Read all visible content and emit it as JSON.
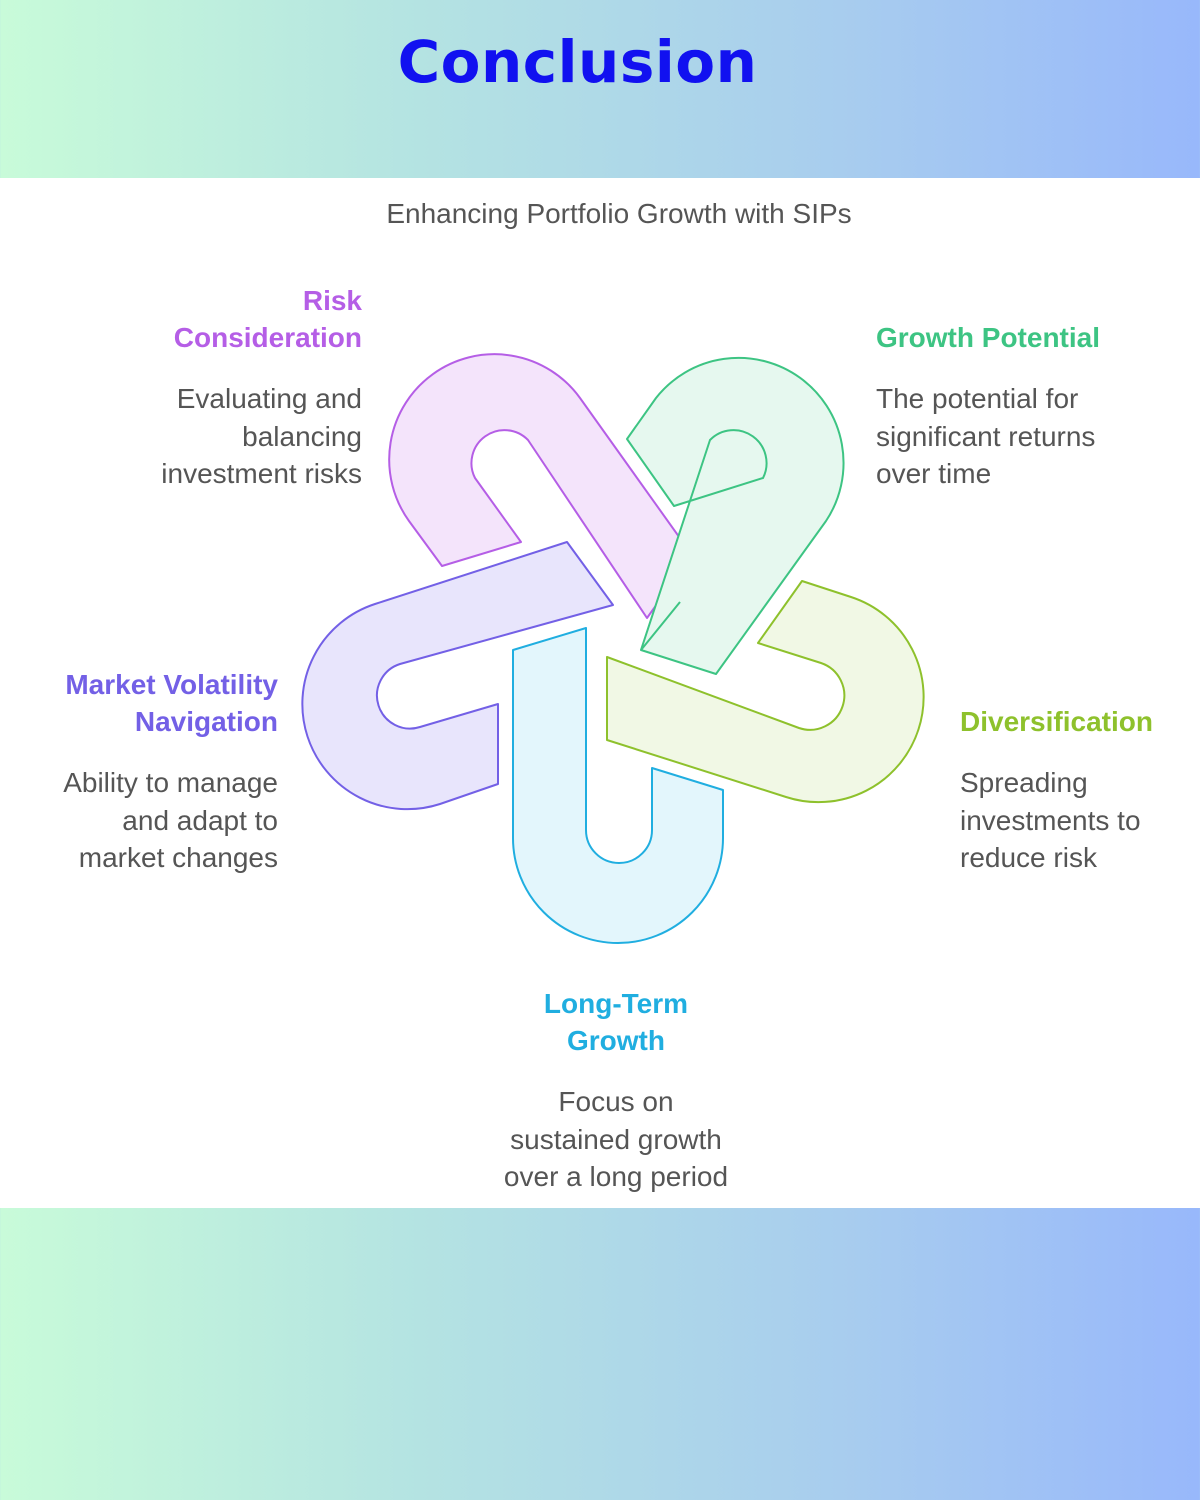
{
  "page_title": "Conclusion",
  "diagram": {
    "subtitle": "Enhancing Portfolio Growth with SIPs",
    "items": [
      {
        "key": "risk",
        "title_lines": [
          "Risk",
          "Consideration"
        ],
        "desc_lines": [
          "Evaluating and",
          "balancing",
          "investment risks"
        ],
        "color": "#b55ee6",
        "fill": "#f4e4fb"
      },
      {
        "key": "growth",
        "title_lines": [
          "Growth Potential"
        ],
        "desc_lines": [
          "The potential for",
          "significant returns",
          "over time"
        ],
        "color": "#3dc483",
        "fill": "#e6f8ef"
      },
      {
        "key": "diversification",
        "title_lines": [
          "Diversification"
        ],
        "desc_lines": [
          "Spreading",
          "investments to",
          "reduce risk"
        ],
        "color": "#8ec12c",
        "fill": "#f1f8e5"
      },
      {
        "key": "longterm",
        "title_lines": [
          "Long-Term",
          "Growth"
        ],
        "desc_lines": [
          "Focus on",
          "sustained growth",
          "over a long period"
        ],
        "color": "#20aee0",
        "fill": "#e3f6fc"
      },
      {
        "key": "volatility",
        "title_lines": [
          "Market Volatility",
          "Navigation"
        ],
        "desc_lines": [
          "Ability to manage",
          "and adapt to",
          "market changes"
        ],
        "color": "#7360e6",
        "fill": "#e8e5fc"
      }
    ]
  }
}
